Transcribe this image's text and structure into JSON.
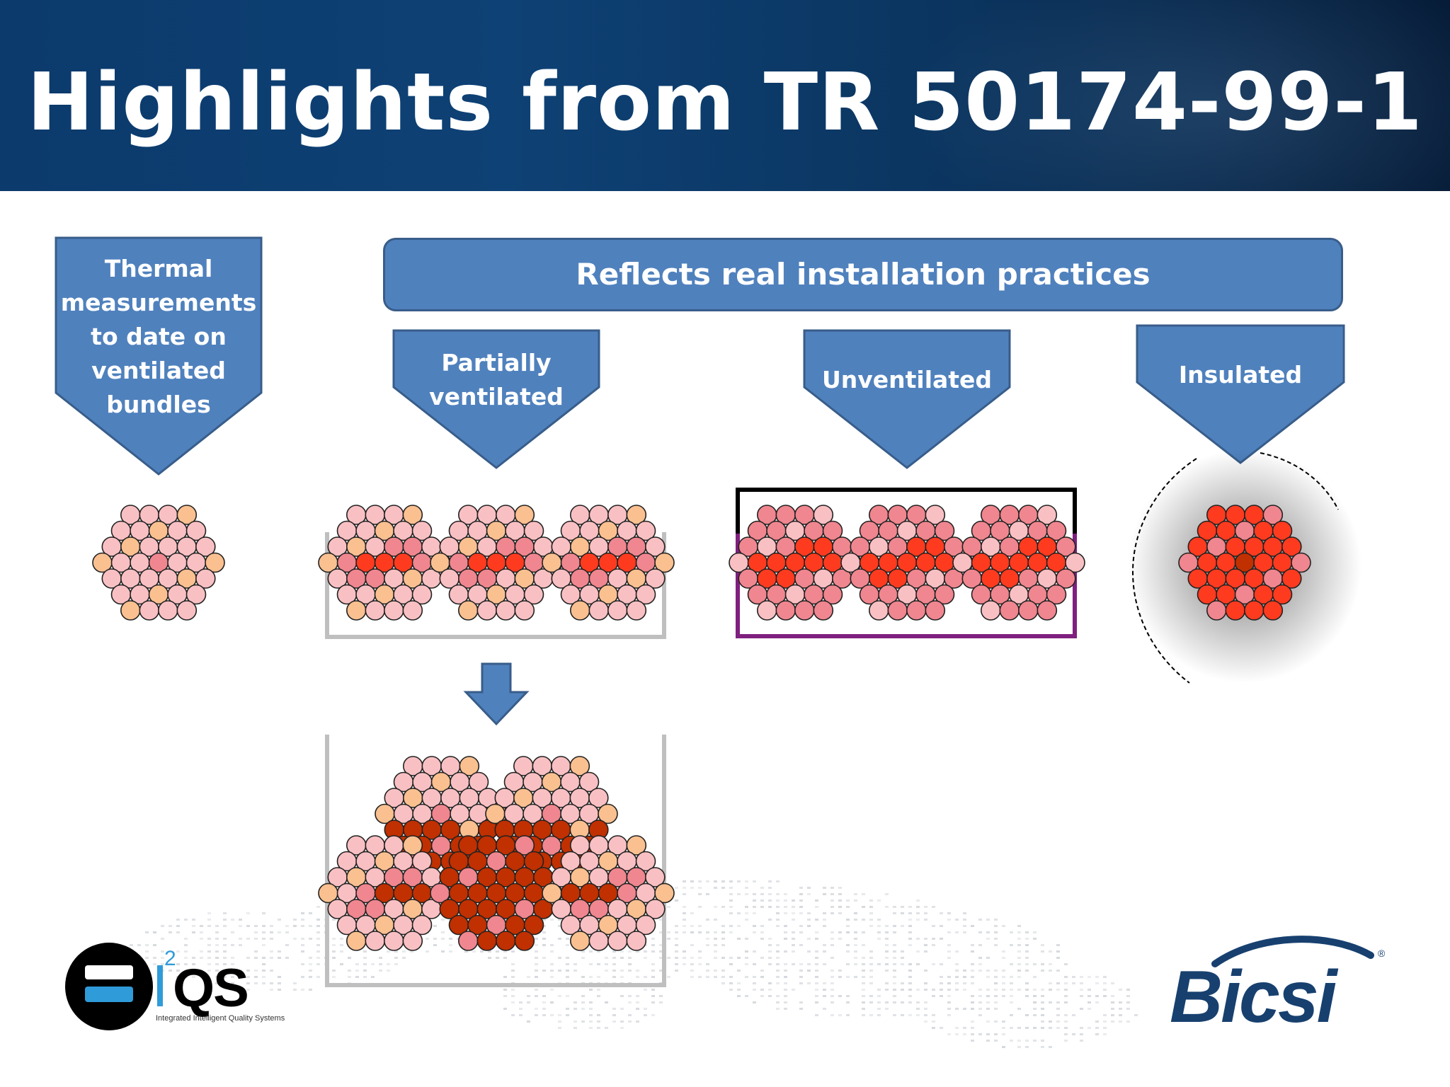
{
  "slide": {
    "title": "Highlights from TR 50174-99-1"
  },
  "diagram": {
    "banner_label": "Reflects real installation practices",
    "arrows": [
      {
        "label_lines": [
          "Thermal",
          "measurements",
          "to date on",
          "ventilated",
          "bundles"
        ]
      },
      {
        "label_lines": [
          "Partially",
          "ventilated"
        ]
      },
      {
        "label_lines": [
          "Unventilated"
        ]
      },
      {
        "label_lines": [
          "Insulated"
        ]
      }
    ]
  },
  "logos": {
    "left": {
      "wordmark": "QS",
      "superscript": "2",
      "tagline": "Integrated Intelligent Quality Systems"
    },
    "right": {
      "wordmark": "Bicsi",
      "registered": "®"
    }
  },
  "colors": {
    "header_bg": "#0e4175",
    "arrow_fill": "#4f81bd",
    "arrow_stroke": "#385d8a",
    "cable_cool": "#fac090",
    "cable_light": "#f9c0c3",
    "cable_warm": "#f0868f",
    "cable_hot": "#ff3b1f",
    "cable_hottest": "#c03000",
    "tray": "#bfbfbf",
    "enclosure_top": "#000000",
    "enclosure_side": "#7f1f7f",
    "bicsi_blue": "#17406f"
  }
}
